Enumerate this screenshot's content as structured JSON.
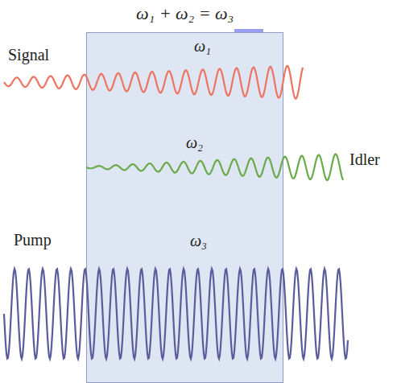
{
  "diagram": {
    "title": "ω₁ + ω₂ = ω₃",
    "nodes": [
      {
        "text": [
          "ω₁",
          "ω₂",
          "ω₃"
        ]
      }
    ],
    "labels": [
      "Signal",
      "Idler",
      "Pump"
    ]
  }
}
